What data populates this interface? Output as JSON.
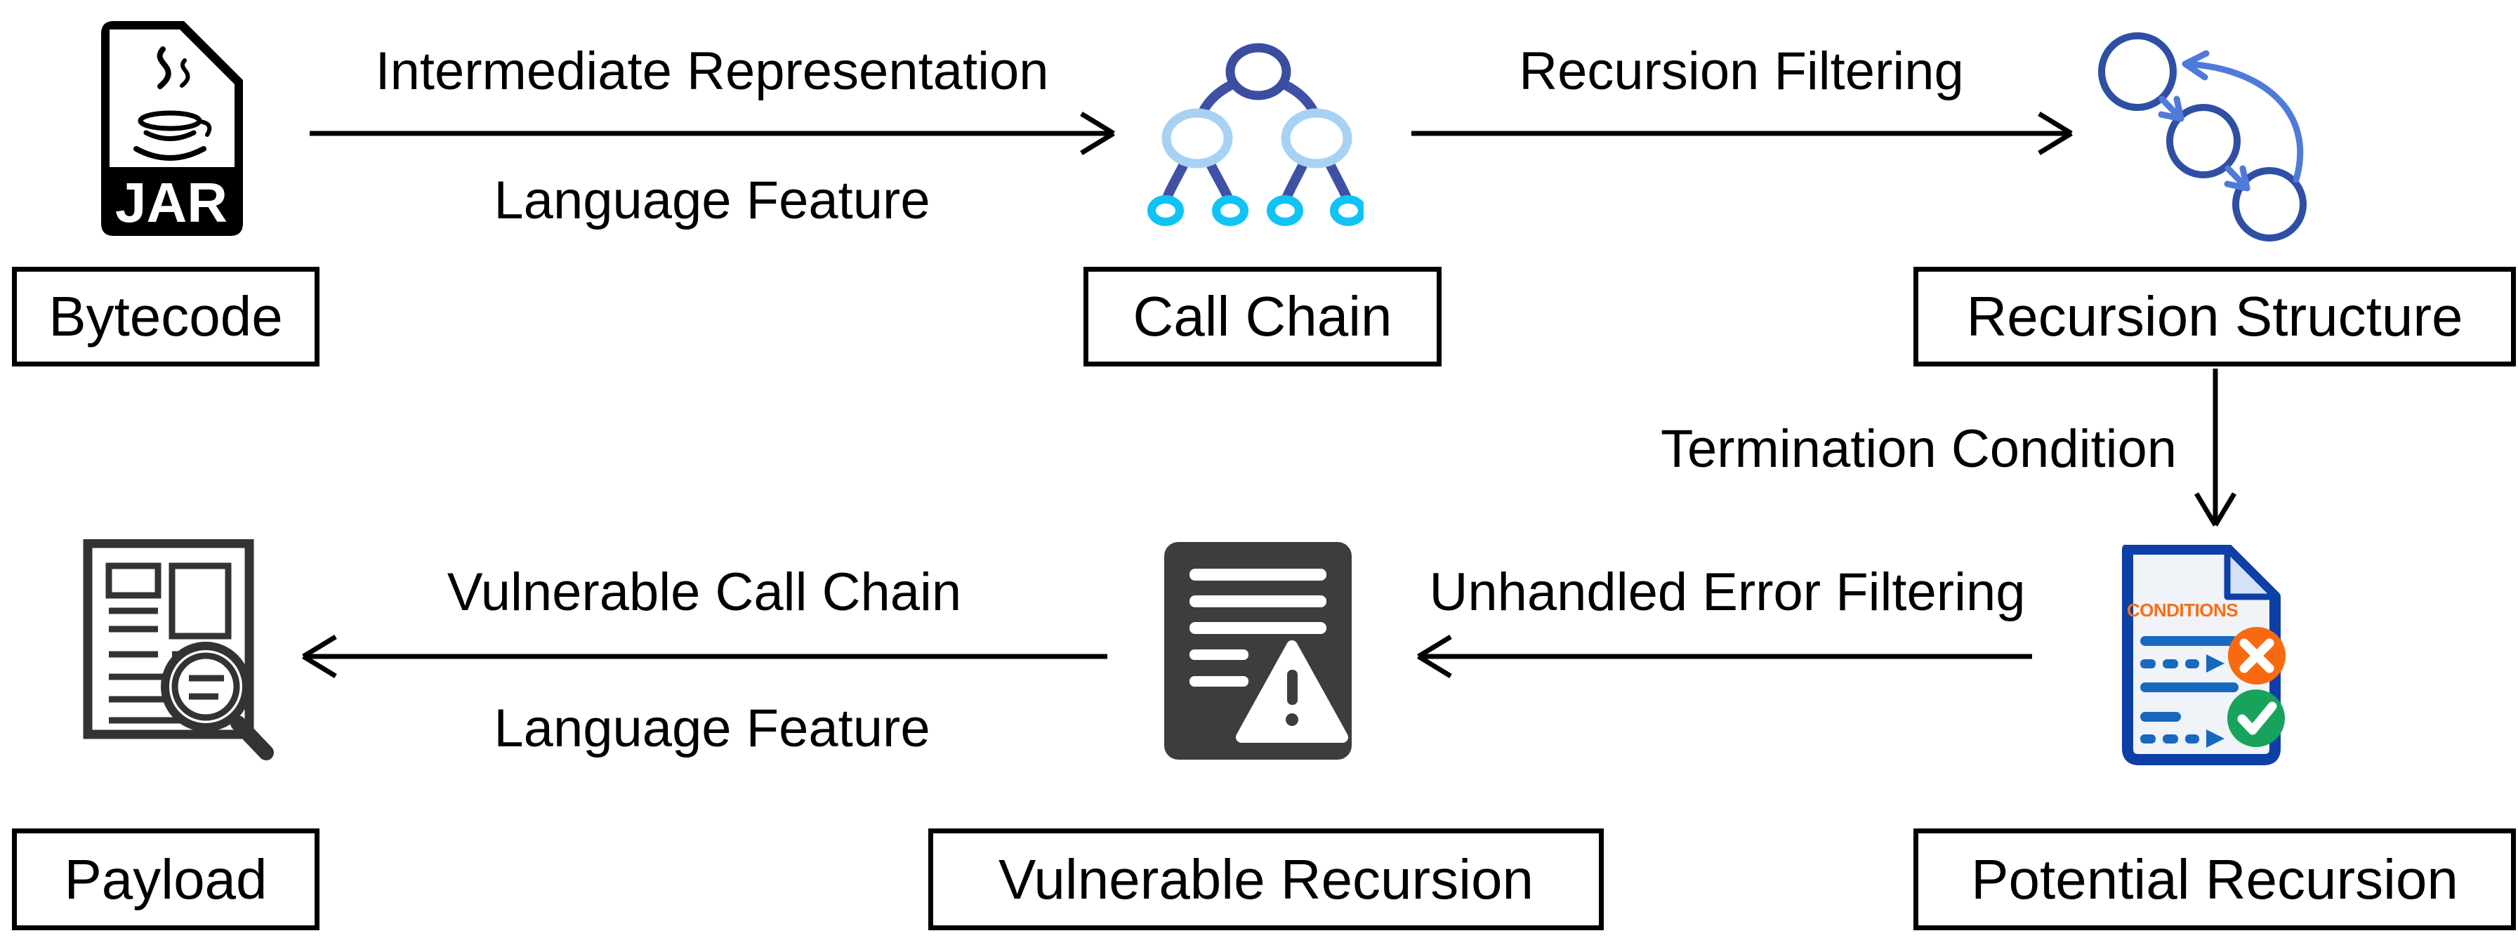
{
  "nodes": {
    "bytecode": "Bytecode",
    "call_chain": "Call Chain",
    "recursion_structure": "Recursion Structure",
    "potential_recursion": "Potential Recursion",
    "vulnerable_recursion": "Vulnerable Recursion",
    "payload": "Payload"
  },
  "edges": {
    "bytecode_to_call_chain": {
      "label_top": "Intermediate Representation",
      "label_bottom": "Language Feature",
      "direction": "right"
    },
    "call_chain_to_recursion_structure": {
      "label_top": "Recursion Filtering",
      "direction": "right"
    },
    "recursion_structure_to_potential_recursion": {
      "label_left": "Termination Condition",
      "direction": "down"
    },
    "potential_recursion_to_vulnerable_recursion": {
      "label_top": "Unhandled Error Filtering",
      "direction": "left"
    },
    "vulnerable_recursion_to_payload": {
      "label_top": "Vulnerable Call Chain",
      "label_bottom": "Language Feature",
      "direction": "left"
    }
  },
  "icons": {
    "jar_file_text": "JAR",
    "conditions_doc_text": "CONDITIONS"
  },
  "colors": {
    "text": "#000000",
    "arrow": "#000000",
    "box_border": "#000000",
    "tree_edge": "#3F51A5",
    "tree_root": "#3A4DA0",
    "tree_mid": "#A8D2F4",
    "tree_leaf": "#10C3F5",
    "recursion_node": "#2E4FA3",
    "recursion_arrow": "#4E7BD9",
    "conditions_frame": "#0D3FA6",
    "conditions_page": "#F0F3F8",
    "conditions_fold": "#D5E2F5",
    "conditions_line": "#1769BE",
    "conditions_accent": "#FB6E14",
    "badge_cross": "#F76A10",
    "badge_check": "#17A35B",
    "warning_doc": "#3D3D3F",
    "payload_stroke": "#333333"
  }
}
